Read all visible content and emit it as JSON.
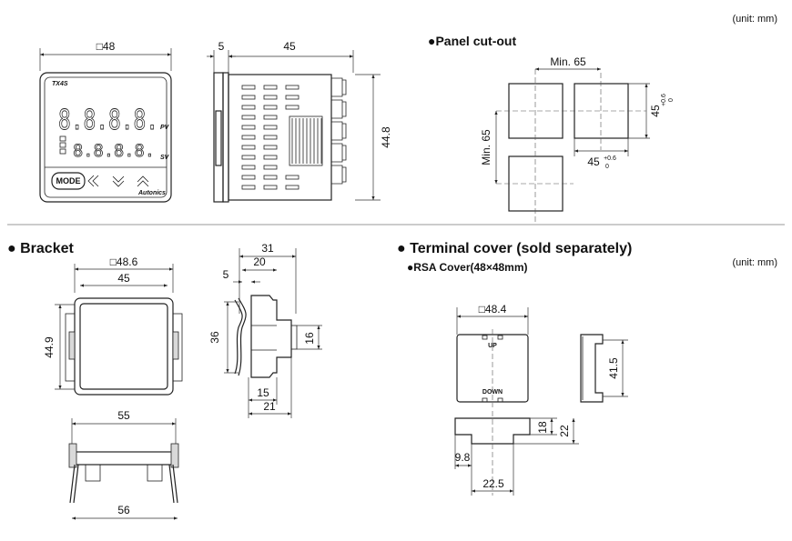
{
  "units": {
    "top": "(unit: mm)",
    "bottom": "(unit: mm)"
  },
  "sections": {
    "panel_cutout": "●Panel cut-out",
    "bracket": "● Bracket",
    "terminal_cover": "● Terminal cover (sold separately)",
    "rsa_cover": "●RSA Cover(48×48mm)"
  },
  "front_panel": {
    "model": "TX4S",
    "pv_label": "PV",
    "sv_label": "SV",
    "mode_key": "MODE",
    "brand": "Autonics",
    "pv_digits": "8.8.8.8.",
    "sv_digits": "8.8.8.8."
  },
  "dimensions": {
    "front_width": "□48",
    "side_front": "5",
    "side_depth": "45",
    "side_height": "44.8",
    "cutout_min_w": "Min. 65",
    "cutout_min_h": "Min. 65",
    "cutout_45_h": "45",
    "cutout_45_w": "45",
    "tol_plus": "+0.6",
    "tol_zero": "0",
    "bracket_outer": "□48.6",
    "bracket_inner": "45",
    "bracket_height": "44.9",
    "bracket_side_31": "31",
    "bracket_side_20": "20",
    "bracket_side_5": "5",
    "bracket_side_36": "36",
    "bracket_side_16": "16",
    "bracket_side_15": "15",
    "bracket_side_21": "21",
    "bracket_top_55": "55",
    "bracket_bottom_56": "56",
    "cover_size": "□48.4",
    "cover_height": "41.5",
    "cover_18": "18",
    "cover_22": "22",
    "cover_9_8": "9.8",
    "cover_22_5": "22.5"
  },
  "cover_labels": {
    "up": "UP",
    "down": "DOWN"
  }
}
